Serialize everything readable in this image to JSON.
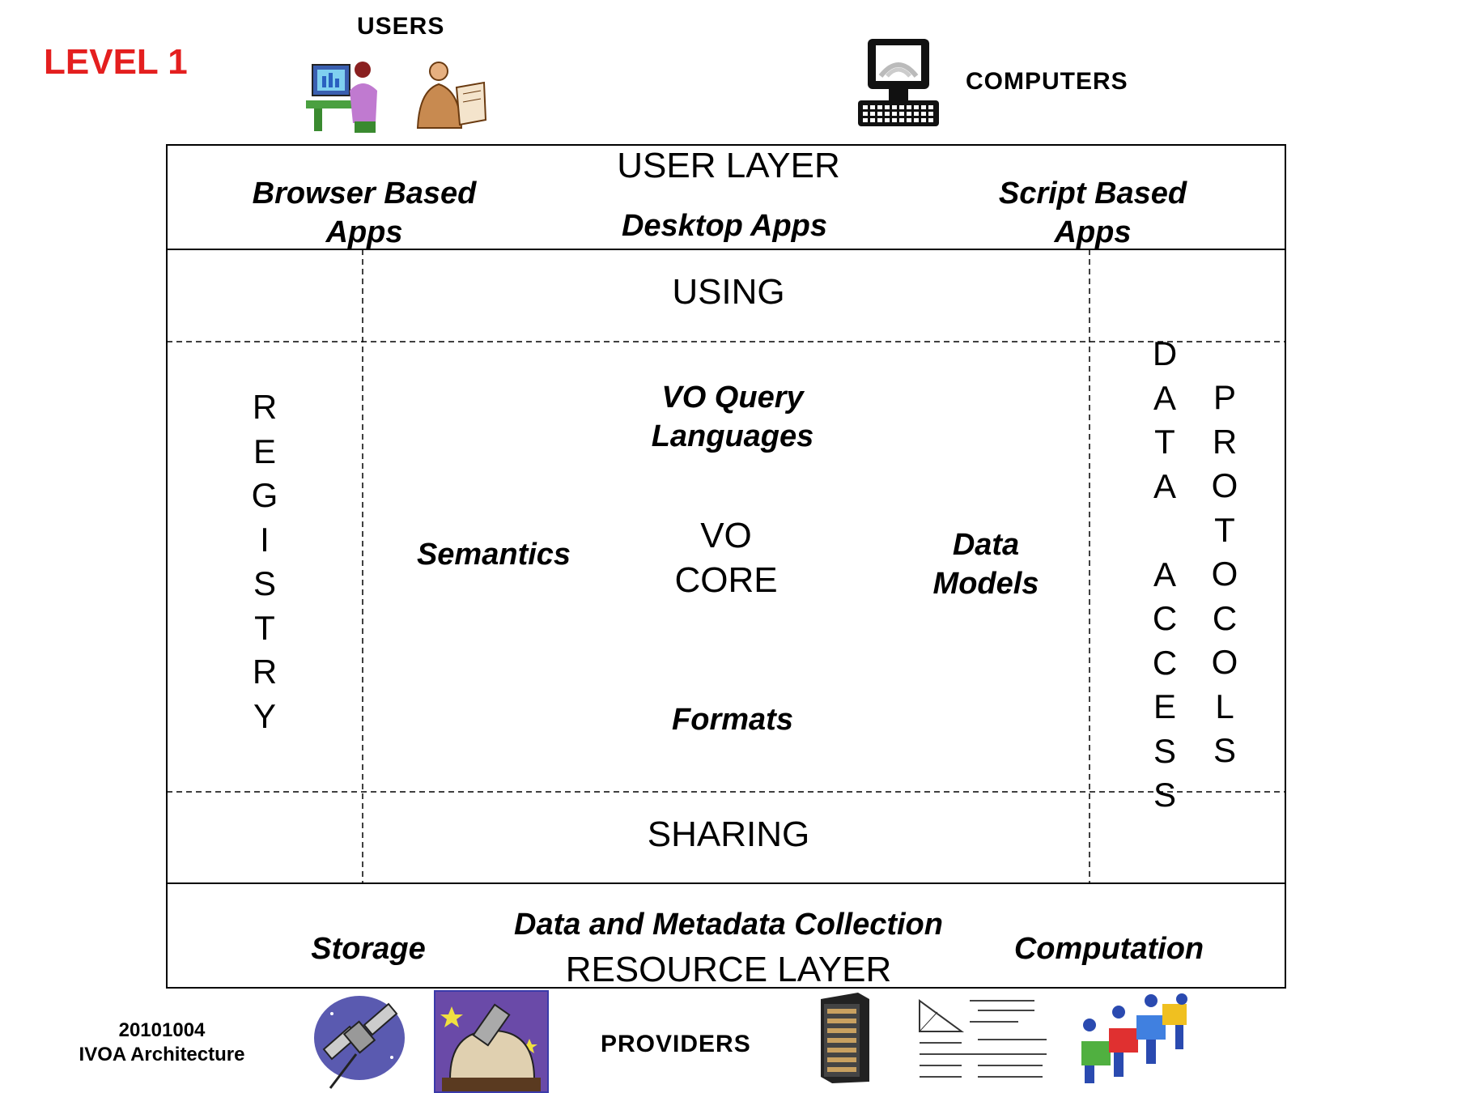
{
  "header": {
    "level": "LEVEL 1",
    "users": "USERS",
    "computers": "COMPUTERS"
  },
  "user_layer": {
    "title": "USER LAYER",
    "left": [
      "Browser Based",
      "Apps"
    ],
    "center": "Desktop Apps",
    "right": [
      "Script Based",
      "Apps"
    ]
  },
  "using": "USING",
  "sharing": "SHARING",
  "registry": [
    "R",
    "E",
    "G",
    "I",
    "S",
    "T",
    "R",
    "Y"
  ],
  "data_access": [
    "D",
    "A",
    "T",
    "A",
    "",
    "A",
    "C",
    "C",
    "E",
    "S",
    "S"
  ],
  "protocols": [
    "P",
    "R",
    "O",
    "T",
    "O",
    "C",
    "O",
    "L",
    "S"
  ],
  "core": {
    "query": [
      "VO Query",
      "Languages"
    ],
    "semantics": "Semantics",
    "vo_core": [
      "VO",
      "CORE"
    ],
    "data_models": [
      "Data",
      "Models"
    ],
    "formats": "Formats"
  },
  "resource_layer": {
    "title": "RESOURCE LAYER",
    "collection": "Data and Metadata Collection",
    "left": "Storage",
    "right": "Computation"
  },
  "footer": {
    "date": "20101004",
    "doc": "IVOA Architecture",
    "providers": "PROVIDERS"
  },
  "icons": [
    "user-at-computer-icon",
    "user-reading-icon",
    "computer-terminal-icon",
    "satellite-icon",
    "observatory-icon",
    "server-rack-icon",
    "math-formulas-icon",
    "puzzle-people-icon"
  ]
}
